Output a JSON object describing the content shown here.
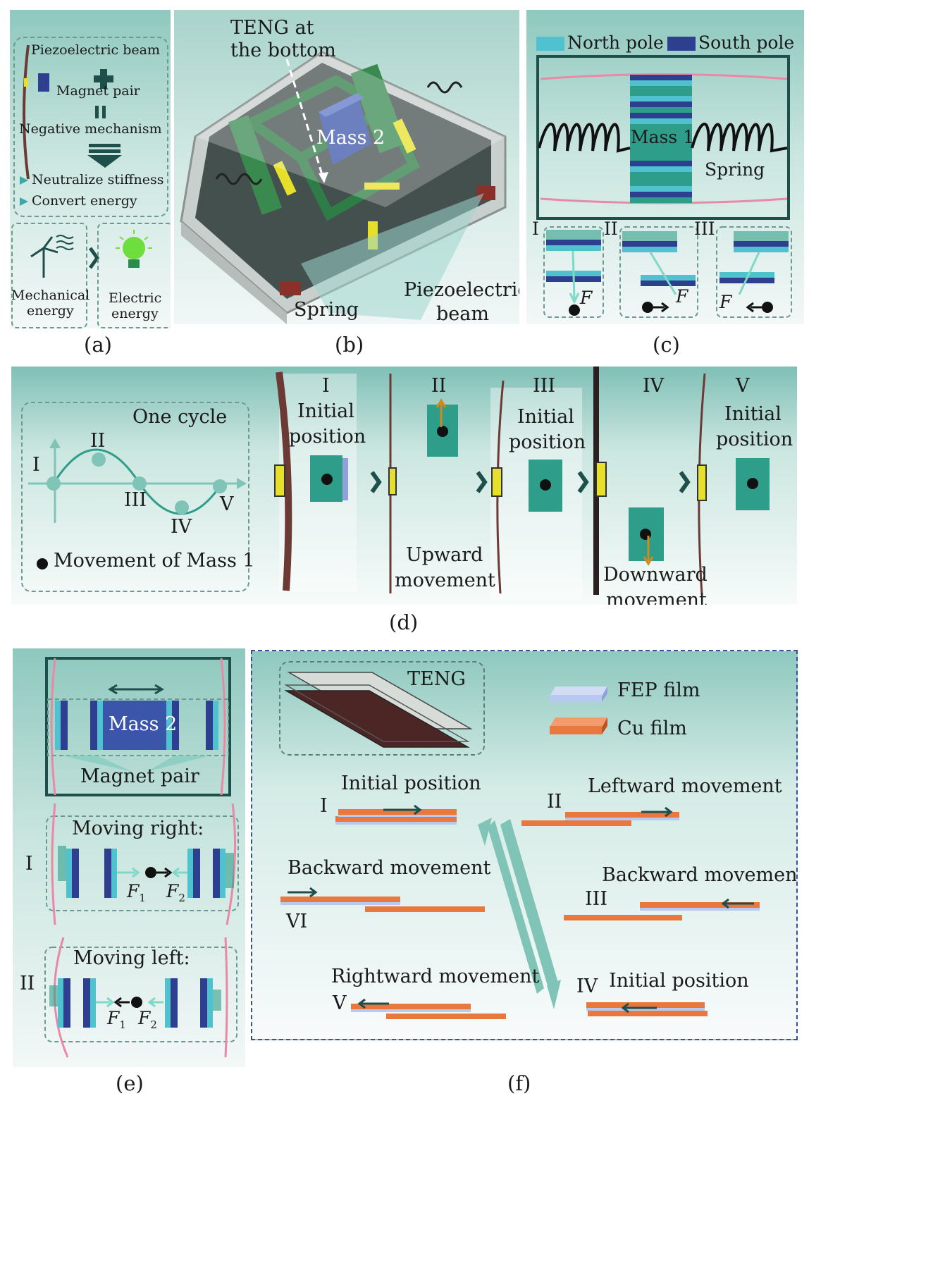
{
  "panels": {
    "a": {
      "caption": "(a)",
      "beam_label": "Piezoelectric beam",
      "magnet_label": "Magnet pair",
      "negative_label": "Negative mechanism",
      "neutralize_label": "Neutralize stiffness",
      "convert_label": "Convert energy",
      "mechanical_label_1": "Mechanical",
      "mechanical_label_2": "energy",
      "electric_label_1": "Electric",
      "electric_label_2": "energy"
    },
    "b": {
      "caption": "(b)",
      "teng_label_1": "TENG at",
      "teng_label_2": "the bottom",
      "mass_label": "Mass 2",
      "spring_label": "Spring",
      "beam_label_1": "Piezoelectric",
      "beam_label_2": "beam"
    },
    "c": {
      "caption": "(c)",
      "north_label": "North pole",
      "south_label": "South pole",
      "mass_label": "Mass 1",
      "spring_label": "Spring",
      "case_labels": [
        "I",
        "II",
        "III"
      ],
      "force_label": "F"
    },
    "d": {
      "caption": "(d)",
      "cycle_title": "One cycle",
      "cycle_points": [
        "I",
        "II",
        "III",
        "IV",
        "V"
      ],
      "legend": "Movement of Mass 1",
      "stages": [
        {
          "roman": "I",
          "line1": "Initial",
          "line2": "position"
        },
        {
          "roman": "II",
          "line1": "",
          "line2": ""
        },
        {
          "roman": "III",
          "line1": "Initial",
          "line2": "position"
        },
        {
          "roman": "IV",
          "line1": "",
          "line2": ""
        },
        {
          "roman": "V",
          "line1": "Initial",
          "line2": "position"
        }
      ],
      "upward_1": "Upward",
      "upward_2": "movement",
      "downward_1": "Downward",
      "downward_2": "movement"
    },
    "e": {
      "caption": "(e)",
      "mass_label": "Mass 2",
      "magnet_label": "Magnet pair",
      "right_title": "Moving right:",
      "left_title": "Moving left:",
      "case_labels": [
        "I",
        "II"
      ],
      "f1": "F",
      "f1_sub": "1",
      "f2": "F",
      "f2_sub": "2"
    },
    "f": {
      "caption": "(f)",
      "teng_label": "TENG",
      "fep_label": "FEP film",
      "cu_label": "Cu film",
      "states": [
        {
          "roman": "I",
          "label": "Initial position"
        },
        {
          "roman": "II",
          "label": "Leftward movement"
        },
        {
          "roman": "III",
          "label": "Backward movement"
        },
        {
          "roman": "IV",
          "label": "Initial position"
        },
        {
          "roman": "V",
          "label": "Rightward movement"
        },
        {
          "roman": "VI",
          "label": "Backward movement"
        }
      ]
    }
  },
  "colors": {
    "teal": "#2e9e8a",
    "dark_teal": "#1f4f4a",
    "north": "#4fc1cf",
    "south": "#2d3f8e",
    "spring_pink": "#e88aa6",
    "copper": "#e8783e",
    "fep": "#b9c8ee",
    "beam_brown": "#6b3a35",
    "yellow": "#e6e02a",
    "navy_dash": "#3a4f96"
  }
}
